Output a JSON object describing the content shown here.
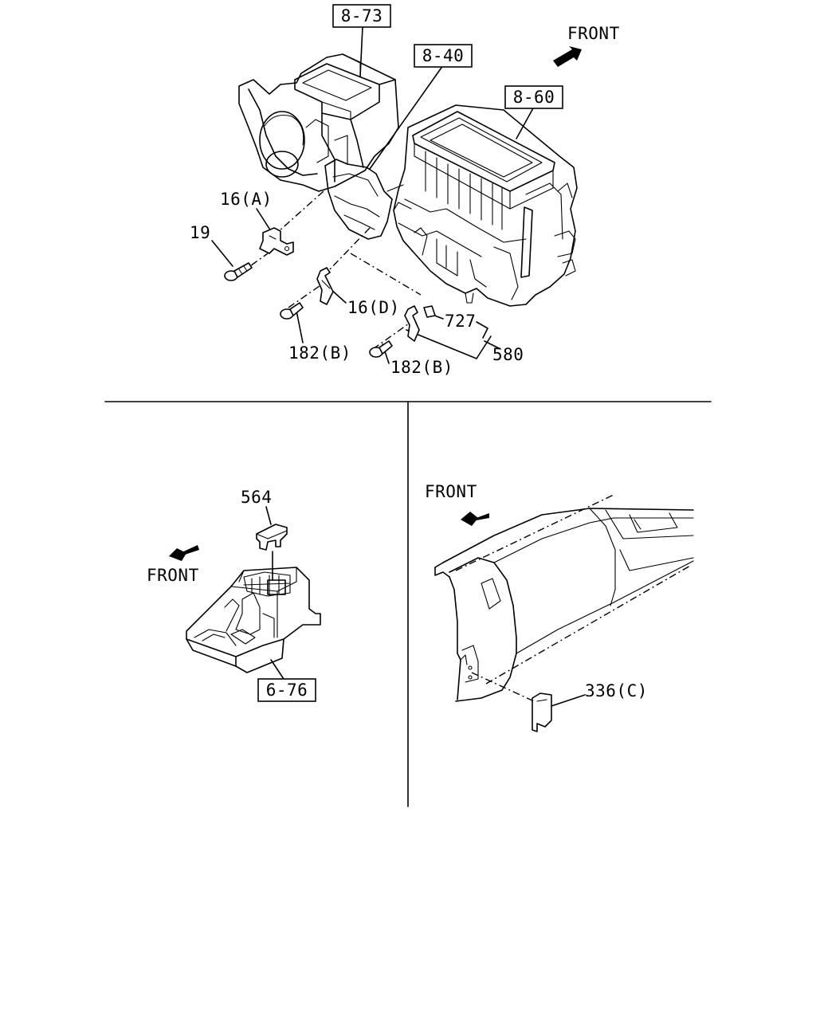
{
  "top_assembly": {
    "refs": [
      "8-73",
      "8-40",
      "8-60"
    ],
    "front_label": "FRONT",
    "parts": {
      "p16a": "16(A)",
      "p19": "19",
      "p16d": "16(D)",
      "p182b_1": "182(B)",
      "p182b_2": "182(B)",
      "p727": "727",
      "p580": "580"
    }
  },
  "left_panel": {
    "part_564": "564",
    "front_label": "FRONT",
    "ref_676": "6-76"
  },
  "right_panel": {
    "front_label": "FRONT",
    "part_336c": "336(C)"
  }
}
